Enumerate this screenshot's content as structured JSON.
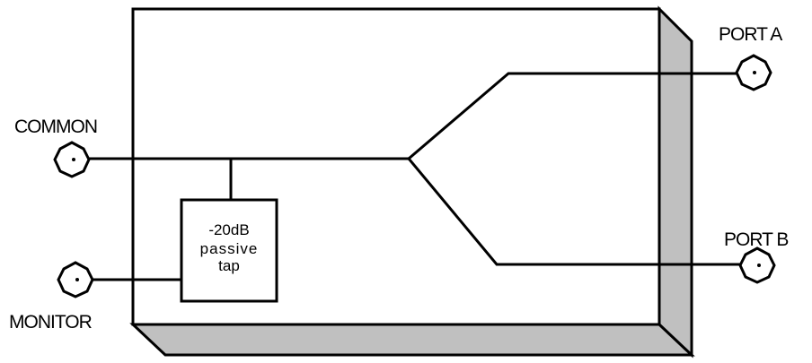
{
  "ports": {
    "common": "COMMON",
    "monitor": "MONITOR",
    "port_a": "PORT A",
    "port_b": "PORT B"
  },
  "tap": {
    "line1": "-20dB",
    "line2": "passive",
    "line3": "tap"
  },
  "colors": {
    "box_face": "#ffffff",
    "box_side": "#c0c0c0",
    "stroke": "#000000"
  }
}
